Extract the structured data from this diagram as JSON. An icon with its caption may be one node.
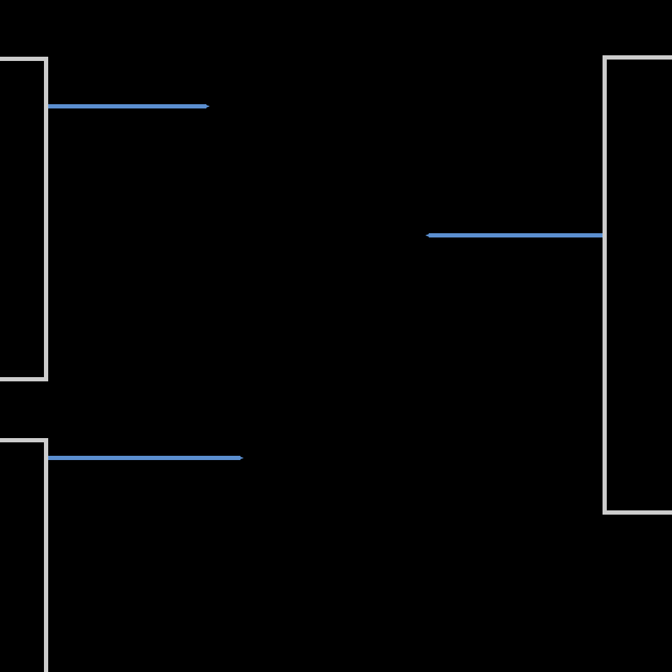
{
  "diagram": {
    "nodes": [
      {
        "text": [],
        "shape": "box"
      },
      {
        "text": [],
        "shape": "box"
      },
      {
        "text": [],
        "shape": "box"
      }
    ],
    "edges": [
      {
        "from": 0,
        "to": null,
        "arrow": "to"
      },
      {
        "from": 1,
        "to": null,
        "arrow": "to"
      },
      {
        "from": 2,
        "to": null,
        "arrow": "to"
      }
    ]
  }
}
